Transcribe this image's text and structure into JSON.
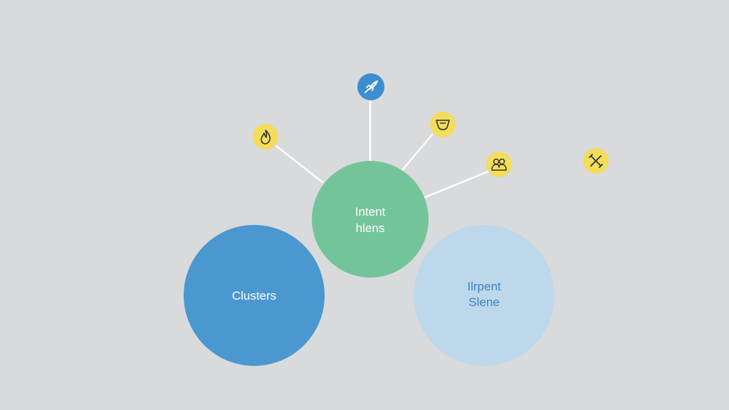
{
  "diagram": {
    "colors": {
      "background": "#d9dadc",
      "center": "#74c49b",
      "left": "#4a98cf",
      "right": "#bdd8ea",
      "yellow_node": "#f3dd5a",
      "blue_node": "#3d8ed0",
      "connector": "#ffffff"
    },
    "center": {
      "line1": "Intent",
      "line2": "hlens"
    },
    "left": {
      "label": "Clusters"
    },
    "right": {
      "line1": "Ilrpent",
      "line2": "Slene"
    },
    "icons": [
      {
        "name": "flame-icon"
      },
      {
        "name": "rocket-icon"
      },
      {
        "name": "cup-icon"
      },
      {
        "name": "team-icon"
      },
      {
        "name": "tools-icon"
      }
    ]
  }
}
